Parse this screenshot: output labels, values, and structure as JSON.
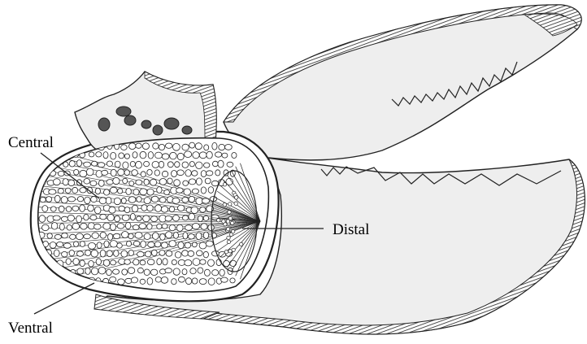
{
  "labels": {
    "central": "Central",
    "distal": "Distal",
    "ventral": "Ventral"
  },
  "colors": {
    "ink": "#222222",
    "fill": "#eeeeee",
    "background": "#ffffff"
  }
}
